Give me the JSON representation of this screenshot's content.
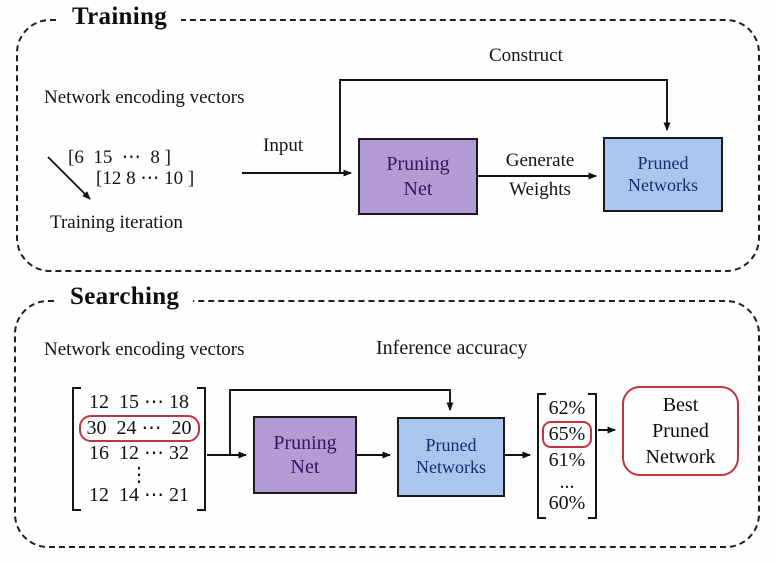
{
  "colors": {
    "panel_border": "#1f1f1f",
    "pruning_net_fill": "#b39cd6",
    "pruning_net_text": "#32175e",
    "pruned_networks_fill": "#a9c6ee",
    "pruned_networks_text": "#1b2a6e",
    "highlight_red": "#c13540",
    "arrow_color": "#111111"
  },
  "training": {
    "title": "Training",
    "encoding_vectors_label": "Network encoding vectors",
    "matrix_row1": "[6  15  ⋯  8 ]",
    "matrix_row2": "[12 8 ⋯ 10 ]",
    "iteration_label": "Training iteration",
    "input_label": "Input",
    "construct_label": "Construct",
    "pruning_net": {
      "line1": "Pruning",
      "line2": "Net"
    },
    "generate_weights": {
      "line1": "Generate",
      "line2": "Weights"
    },
    "pruned_networks": {
      "line1": "Pruned",
      "line2": "Networks"
    }
  },
  "searching": {
    "title": "Searching",
    "encoding_vectors_label": "Network encoding vectors",
    "inference_accuracy_label": "Inference accuracy",
    "matrix_rows": [
      "12  15 ⋯ 18",
      "30  24 ⋯  20",
      "16  12 ⋯ 32",
      "⋮",
      "12  14 ⋯ 21"
    ],
    "highlighted_matrix_row_index": 1,
    "pruning_net": {
      "line1": "Pruning",
      "line2": "Net"
    },
    "pruned_networks": {
      "line1": "Pruned",
      "line2": "Networks"
    },
    "accuracies": [
      "62%",
      "65%",
      "61%",
      "...",
      "60%"
    ],
    "highlighted_accuracy_index": 1,
    "best_network": {
      "line1": "Best",
      "line2": "Pruned",
      "line3": "Network"
    }
  }
}
